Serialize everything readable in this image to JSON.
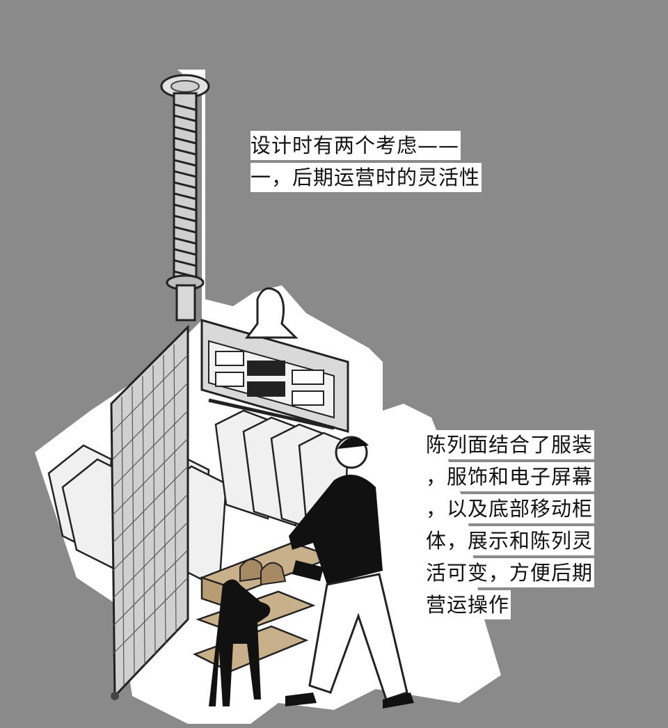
{
  "background_color": "#8a8a8a",
  "caption_top": {
    "lines": [
      "设计时有两个考虑——",
      "一，后期运营时的灵活性"
    ]
  },
  "caption_right": {
    "lines": [
      "陈列面结合了服装",
      "，服饰和电子屏幕",
      "，以及底部移动柜",
      "体，展示和陈列灵",
      "活可变，方便后期",
      "营运操作"
    ]
  },
  "illustration": {
    "subject_icons": [
      "pole-lift-icon",
      "mesh-door-icon",
      "clothes-rack-icon",
      "screen-panel-icon",
      "shoe-shelf-icon",
      "man-figure-icon",
      "woman-figure-icon",
      "dog-figure-icon"
    ]
  }
}
